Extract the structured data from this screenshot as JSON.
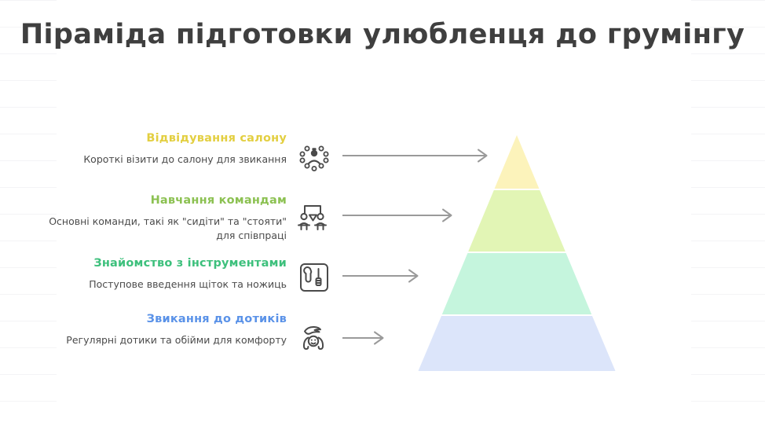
{
  "slide": {
    "title": "Піраміда підготовки улюбленця до грумінгу",
    "background_color": "#ffffff",
    "title_color": "#3f3f3f",
    "rule_line_color": "#f4f4f6"
  },
  "levels": [
    {
      "title": "Відвідування салону",
      "description": "Короткі візити до салону для звикання",
      "title_color": "#e3cf41",
      "tier_color": "#fcf3bb",
      "icon": "people-circle-icon",
      "arrow": "arrow-right-icon"
    },
    {
      "title": "Навчання командам",
      "description": "Основні команди, такі як \"сидіти\" та \"стояти\" для співпраці",
      "title_color": "#8cc152",
      "tier_color": "#e2f5b5",
      "icon": "classroom-training-icon",
      "arrow": "arrow-right-icon"
    },
    {
      "title": "Знайомство з інструментами",
      "description": "Поступове введення щіток та ножиць",
      "title_color": "#3dc07c",
      "tier_color": "#c5f5dd",
      "icon": "tools-icon",
      "arrow": "arrow-right-icon"
    },
    {
      "title": "Звикання до дотиків",
      "description": "Регулярні дотики та обійми для комфорту",
      "title_color": "#5a92e8",
      "tier_color": "#dce5fa",
      "icon": "petting-hand-icon",
      "arrow": "arrow-right-icon"
    }
  ],
  "pyramid": {
    "name": "grooming-preparation-pyramid",
    "tier_count": 4,
    "arrow_color": "#9a9a9a",
    "icon_color": "#4a4a4a"
  }
}
